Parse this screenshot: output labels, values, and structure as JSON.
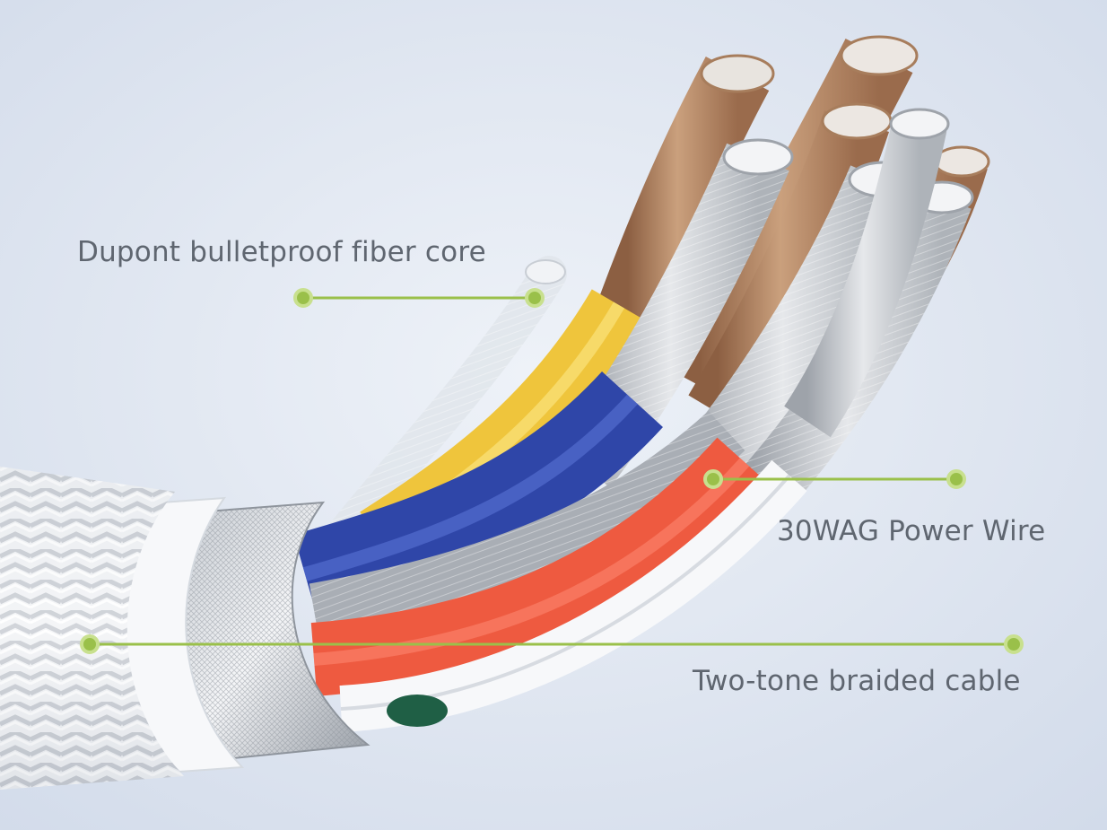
{
  "callouts": {
    "fiber_core": "Dupont bulletproof fiber core",
    "power_wire": "30WAG Power Wire",
    "braided_cable": "Two-tone braided cable"
  },
  "colors": {
    "background_center": "#edf1f7",
    "background_edge": "#d3dcea",
    "label_text": "#5f6670",
    "callout_line": "#9ac04a",
    "copper": "#b98a66",
    "silver_strand": "#c9cdd2",
    "yellow_insulation": "#efc53c",
    "blue_insulation": "#2f46a8",
    "red_insulation": "#ee5a40",
    "white_jacket": "#f7f8fa",
    "green_insulation": "#1f5f45"
  },
  "icons": {
    "callout_dot": "green-dot-icon"
  }
}
